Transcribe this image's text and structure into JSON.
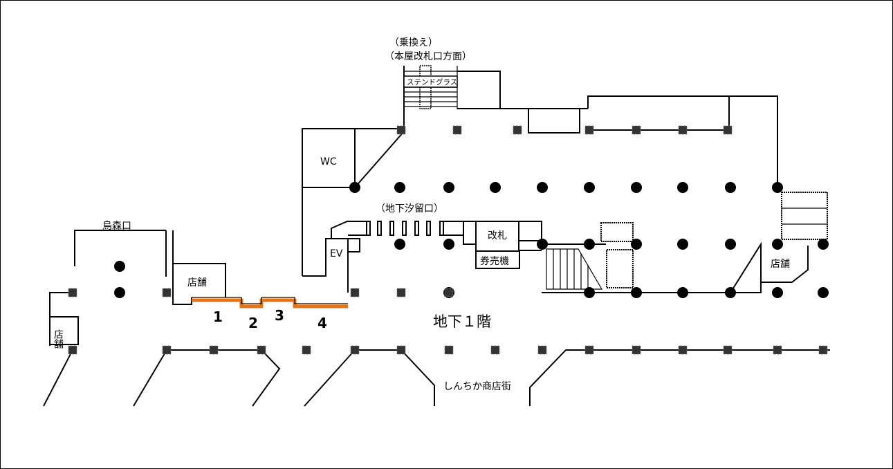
{
  "map": {
    "floor_label": "地下１階",
    "labels": {
      "transfer": "（乗換え）",
      "honya_gate": "（本屋改札口方面）",
      "stained_glass": "ステンドグラス",
      "wc": "WC",
      "shiodome_exit": "（地下汐留口）",
      "karasumori_exit": "烏森口",
      "shop_left_upper": "店舗",
      "shop_left_lower": "店舗",
      "shop_right": "店舗",
      "ev": "EV",
      "ticket_gate": "改札",
      "ticket_machine": "券売機",
      "shinchika": "しんちか商店街"
    },
    "platform_numbers": [
      "1",
      "2",
      "3",
      "4"
    ],
    "highlight_color": "#e87511"
  }
}
